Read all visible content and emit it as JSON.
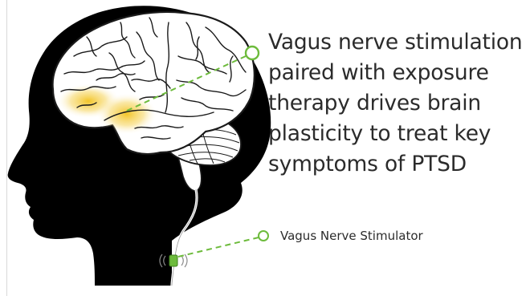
{
  "headline": {
    "lines": [
      "Vagus nerve stimulation",
      "paired with exposure",
      "therapy drives brain",
      "plasticity to treat key",
      "symptoms of PTSD"
    ]
  },
  "device_label": "Vagus Nerve Stimulator",
  "colors": {
    "background": "#ffffff",
    "head_silhouette": "#000000",
    "brain_fill": "#ffffff",
    "brain_lines": "#1a1a1a",
    "highlight": "#f2c21d",
    "callout": "#6dbb3c",
    "text": "#2b2b2b"
  }
}
